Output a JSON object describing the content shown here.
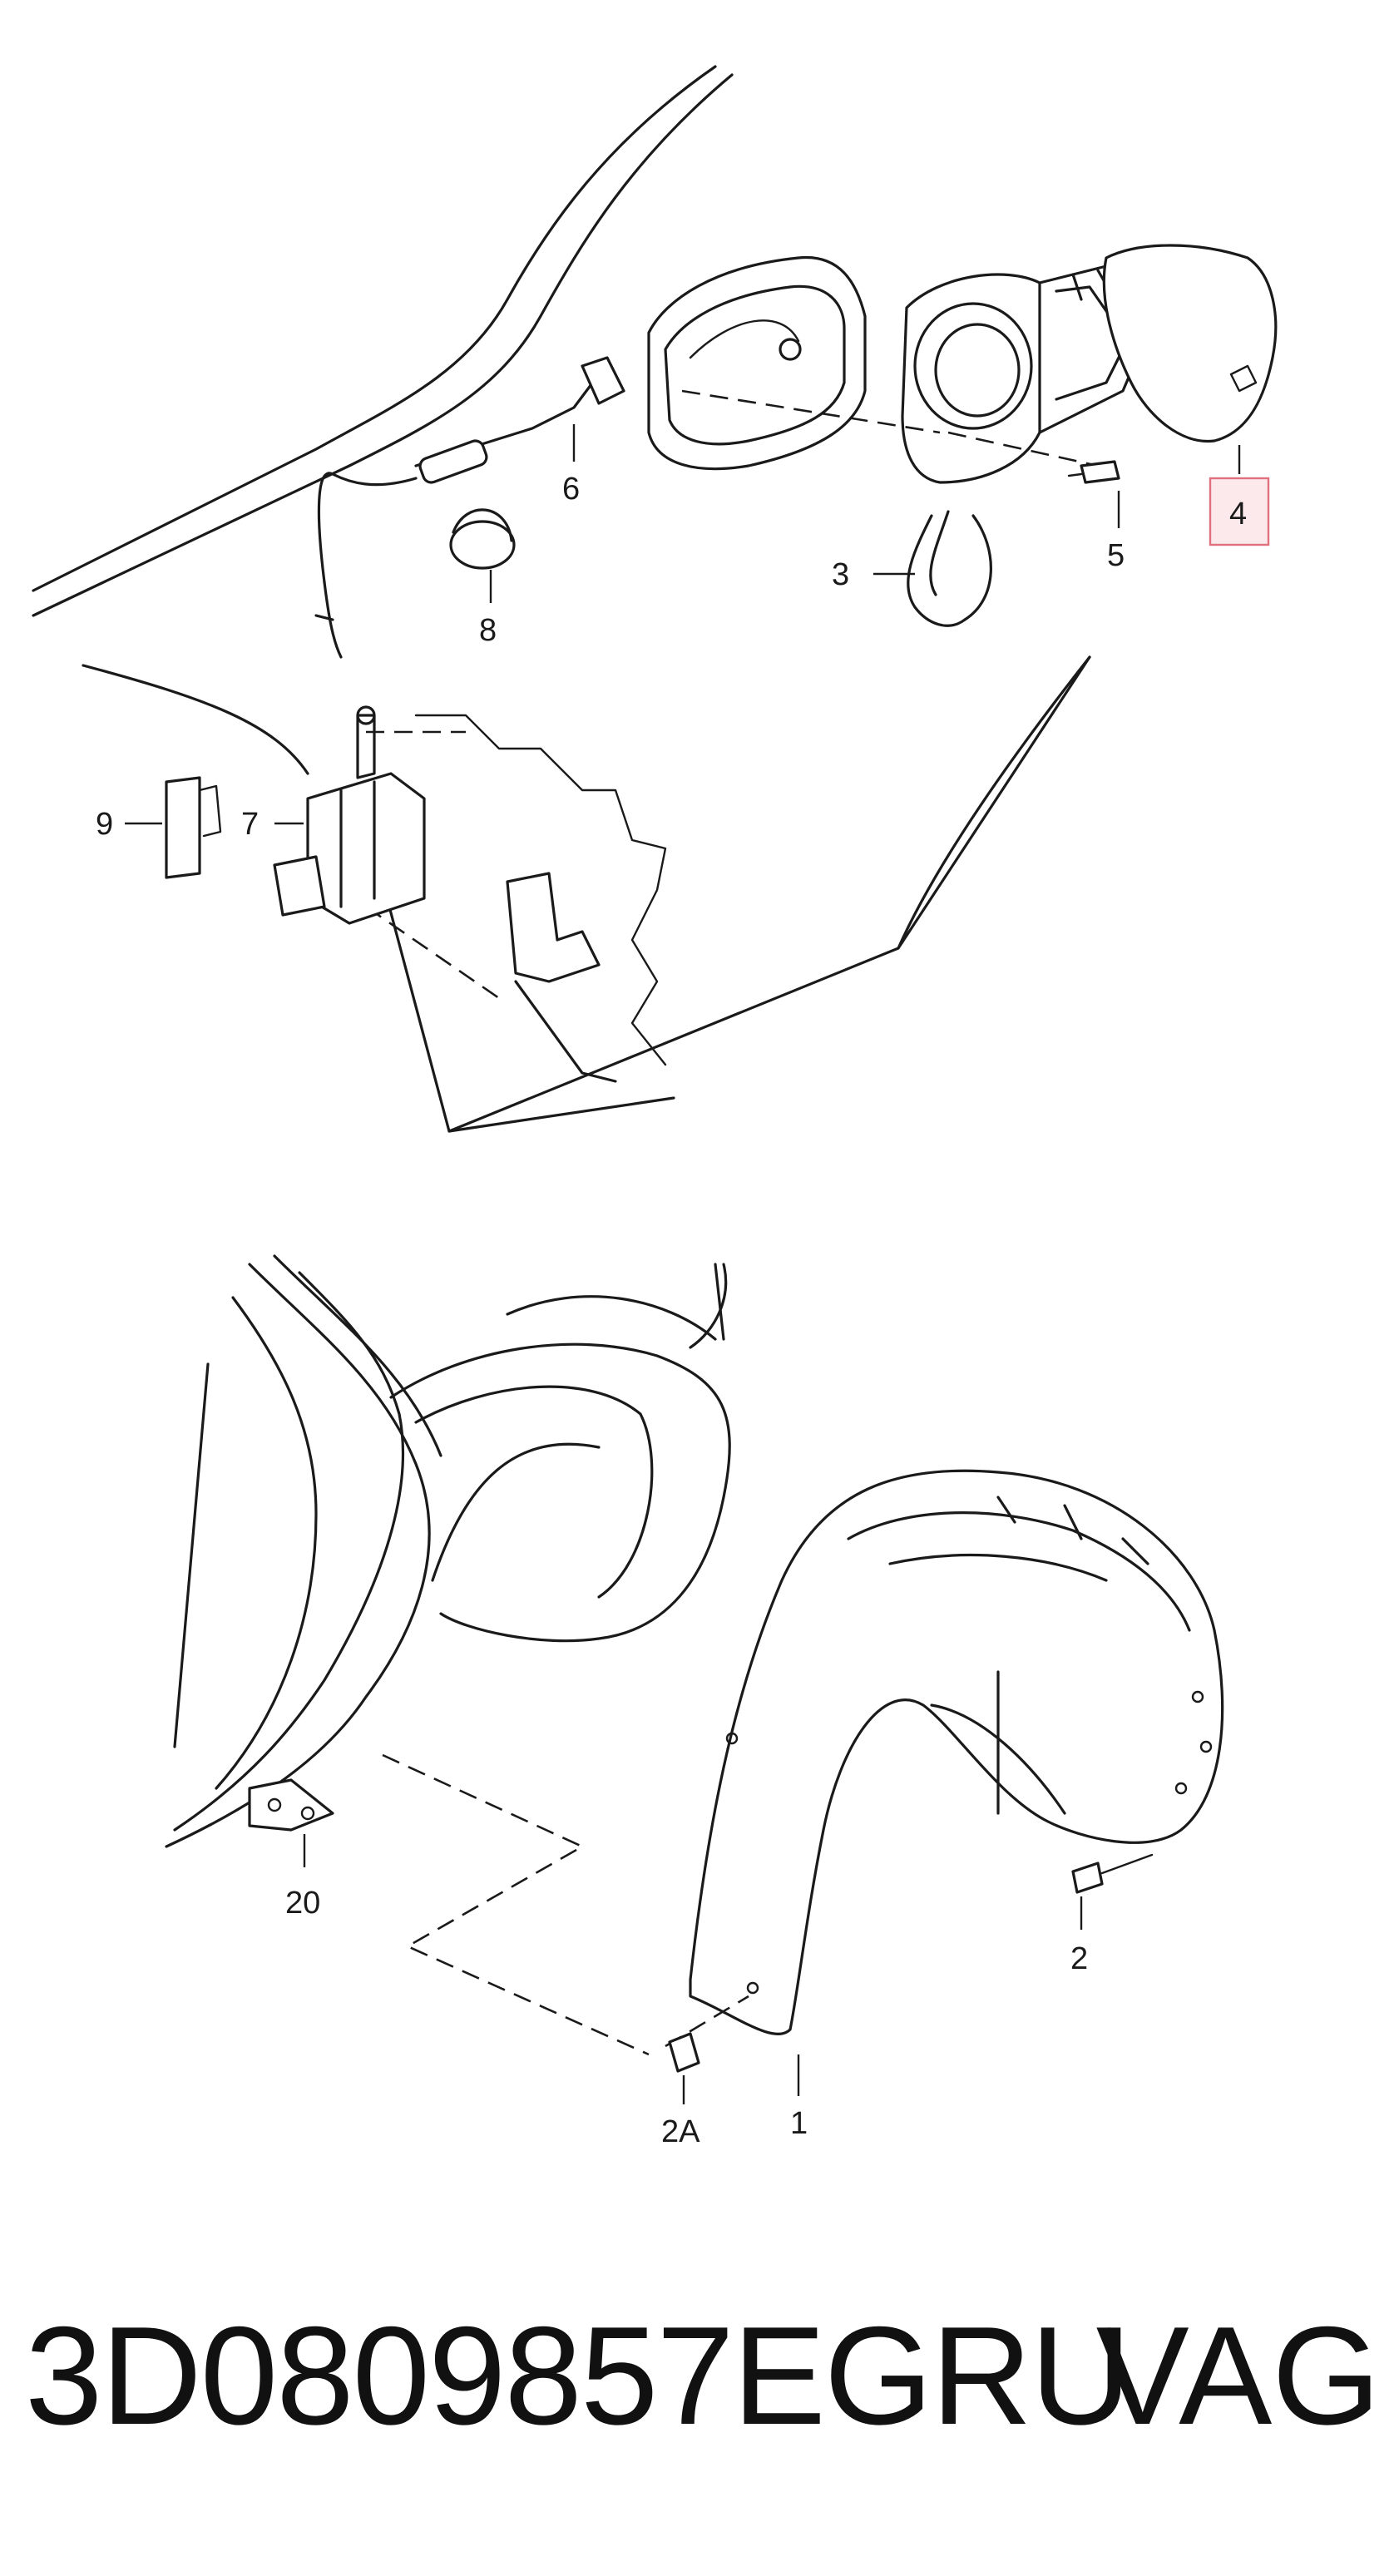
{
  "diagram": {
    "callouts": {
      "c1": "1",
      "c2": "2",
      "c2a": "2A",
      "c3": "3",
      "c4": "4",
      "c5": "5",
      "c6": "6",
      "c7": "7",
      "c8": "8",
      "c9": "9",
      "c20": "20"
    },
    "highlight_color": "#e0707e"
  },
  "footer": {
    "part_number": "3D0809857EGRU",
    "brand": "VAG"
  }
}
